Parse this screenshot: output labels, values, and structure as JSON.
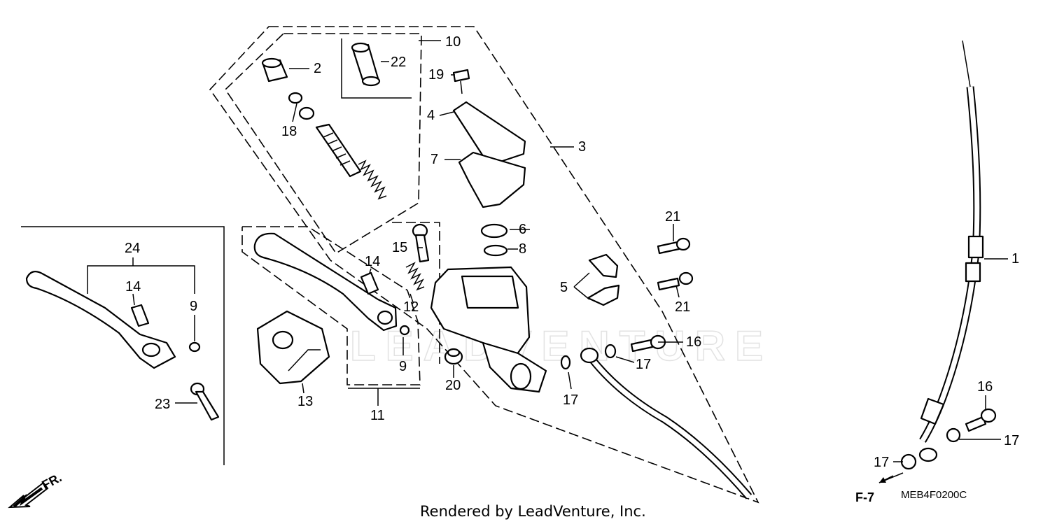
{
  "watermark": "LEADVENTURE",
  "credit": "Rendered by LeadVenture, Inc.",
  "diagram_code": "MEB4F0200C",
  "page_ref": "F-7",
  "direction_label": "FR.",
  "callouts": {
    "c1": "1",
    "c2": "2",
    "c3": "3",
    "c4": "4",
    "c5": "5",
    "c6": "6",
    "c7": "7",
    "c8": "8",
    "c9a": "9",
    "c9b": "9",
    "c10": "10",
    "c11": "11",
    "c12": "12",
    "c13": "13",
    "c14a": "14",
    "c14b": "14",
    "c15": "15",
    "c16a": "16",
    "c16b": "16",
    "c17a": "17",
    "c17b": "17",
    "c17c": "17",
    "c17d": "17",
    "c18": "18",
    "c19": "19",
    "c20": "20",
    "c21a": "21",
    "c21b": "21",
    "c22": "22",
    "c23": "23",
    "c24": "24"
  }
}
